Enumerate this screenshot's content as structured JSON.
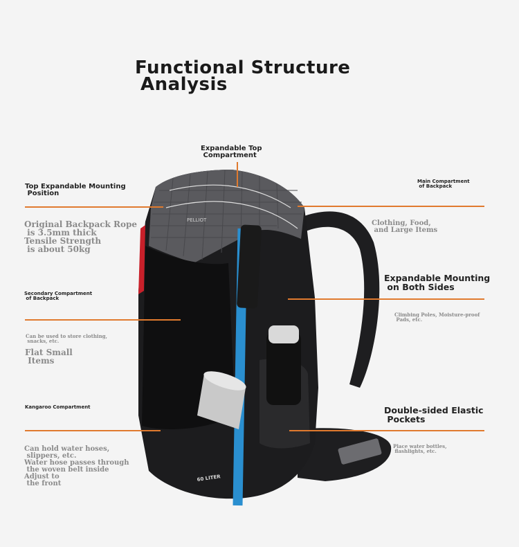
{
  "title": {
    "line1": "Functional Structure",
    "line2": "Analysis"
  },
  "labels": {
    "top_compartment": "Expandable Top\n Compartment",
    "top_mount": "Top Expandable Mounting\n Position",
    "main_compartment": "Main Compartment\n of Backpack",
    "rope": "Original Backpack Rope\n is 3.5mm thick\nTensile Strength\n is about 50kg",
    "clothing": "Clothing, Food,\n and Large Items",
    "expand_sides": "Expandable Mounting\n on Both Sides",
    "secondary": "Secondary Compartment\n of Backpack",
    "poles": "Climbing Poles, Moisture-proof\n Pads, etc.",
    "store": "Can be used to store clothing,\n snacks, etc.",
    "flat_small": "Flat Small\n Items",
    "kangaroo": "Kangaroo Compartment",
    "elastic": "Double-sided Elastic\n Pockets",
    "hoses": "Can hold water hoses,\n slippers, etc.\nWater hose passes through\n the woven belt inside\nAdjust to\n the front",
    "bottles": "Place water bottles,\n flashlights, etc."
  },
  "product": {
    "brand": "PELLIOT",
    "capacity": "60 LITER"
  },
  "colors": {
    "accent_line": "#e07a2e",
    "bag_body": "#1c1c1e",
    "grid_panel": "#5a5a5e",
    "pole": "#2a8fd0"
  }
}
